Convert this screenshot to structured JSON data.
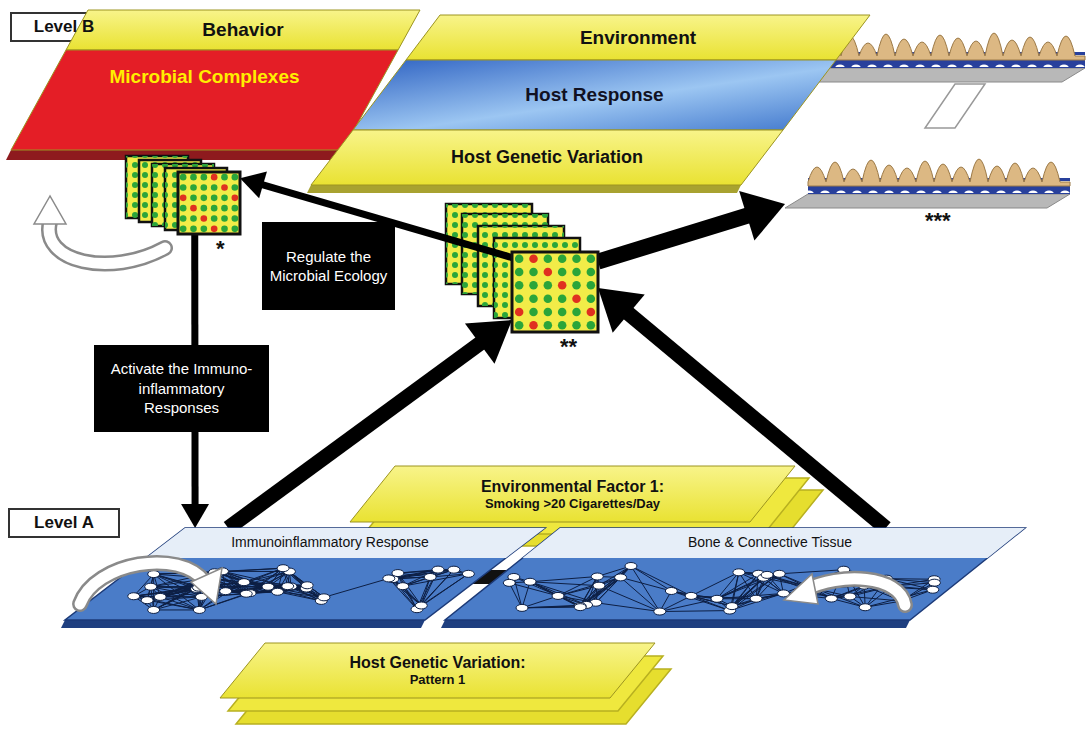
{
  "diagram": {
    "nodes": [
      {
        "text": [
          "Level B"
        ]
      },
      {
        "text": [
          "Behavior"
        ]
      },
      {
        "text": [
          "Microbial Complexes"
        ]
      },
      {
        "text": [
          "Environment"
        ]
      },
      {
        "text": [
          "Host Response"
        ]
      },
      {
        "text": [
          "Host Genetic Variation"
        ]
      },
      {
        "text": [
          "*"
        ]
      },
      {
        "text": [
          "**"
        ]
      },
      {
        "text": [
          "***"
        ]
      },
      {
        "text": [
          "Level A"
        ]
      },
      {
        "text": [
          "Environmental Factor 1:",
          "Smoking >20 Cigarettes/Day"
        ]
      },
      {
        "text": [
          "Immunoinflammatory Response"
        ]
      },
      {
        "text": [
          "Bone & Connective Tissue"
        ]
      },
      {
        "text": [
          "Host Genetic Variation:",
          "Pattern 1"
        ]
      }
    ],
    "edges": [
      {
        "from": 7,
        "to": 6,
        "label": "Regulate the Microbial Ecology",
        "arrow": "to"
      },
      {
        "from": 6,
        "to": 11,
        "label": "Activate the Immuno- inflammatory Responses",
        "arrow": "to"
      },
      {
        "from": 11,
        "to": 7,
        "arrow": "to"
      },
      {
        "from": 12,
        "to": 7,
        "arrow": "to"
      },
      {
        "from": 7,
        "to": 8,
        "arrow": "to"
      }
    ]
  }
}
